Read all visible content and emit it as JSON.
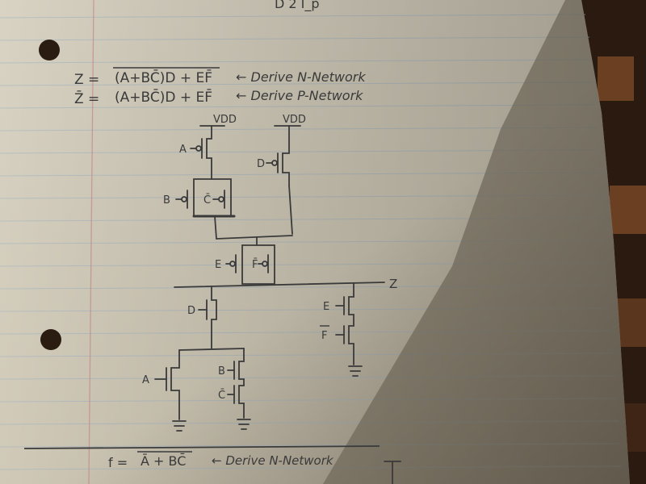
{
  "photo": {
    "colors": {
      "paper": "#e9e4d6",
      "shadow": "#7e7565",
      "ink": "#3a3a3a",
      "rule_blue": "#9fb3c4",
      "margin_red": "#c98b8b",
      "checker_dark": "#2a1a10",
      "checker_light": "#6b3f22"
    },
    "notes": {
      "eq1_lhs": "Z =",
      "eq1_rhs": "(A+BC̄)D + EF̄",
      "eq1_comment": "← Derive N-Network",
      "eq2_lhs": "Z̄ =",
      "eq2_rhs": "(A+BC̄)D + EF̄",
      "eq2_comment": "← Derive P-Network",
      "bottom_lhs": "f =",
      "bottom_rhs": "Ā + BC̄",
      "bottom_comment": "← Derive N-Network",
      "top_scribble": "D     2 I_p"
    },
    "circuit_labels": {
      "vdd_left": "VDD",
      "vdd_right": "VDD",
      "a_top": "A",
      "b_top": "B",
      "cbar_top": "C̄",
      "d_top": "D",
      "e_mid": "E",
      "fbar_mid": "F̄",
      "output": "Z",
      "d_low": "D",
      "e_low": "E",
      "f_low": "F",
      "a_low": "A",
      "b_low": "B",
      "cbar_low": "C̄"
    }
  }
}
